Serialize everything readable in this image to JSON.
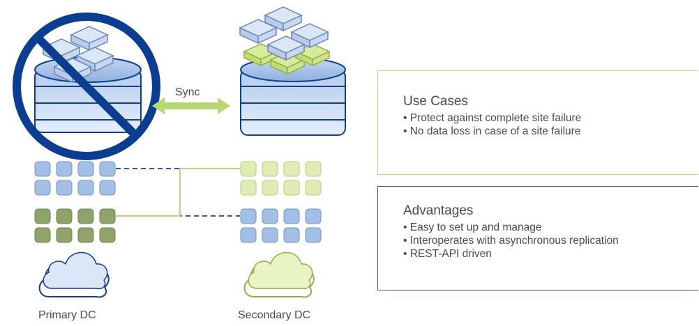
{
  "sync": {
    "label": "Sync"
  },
  "sites": {
    "primary": {
      "label": "Primary DC"
    },
    "secondary": {
      "label": "Secondary DC"
    }
  },
  "use_cases": {
    "title": "Use Cases",
    "items": [
      "Protect against complete site failure",
      "No data loss in case of a site failure"
    ]
  },
  "advantages": {
    "title": "Advantages",
    "items": [
      "Easy to set up and manage",
      "Interoperates with asynchronous replication",
      "REST-API driven"
    ]
  },
  "colors": {
    "primary_blue": "#a3bfe6",
    "navy": "#0f3f8f",
    "light_green": "#dfecb4",
    "green_accent": "#b8d876",
    "olive": "#8fa46a",
    "prohibit_ring": "#0b3e90",
    "text": "#4a4a4a"
  }
}
